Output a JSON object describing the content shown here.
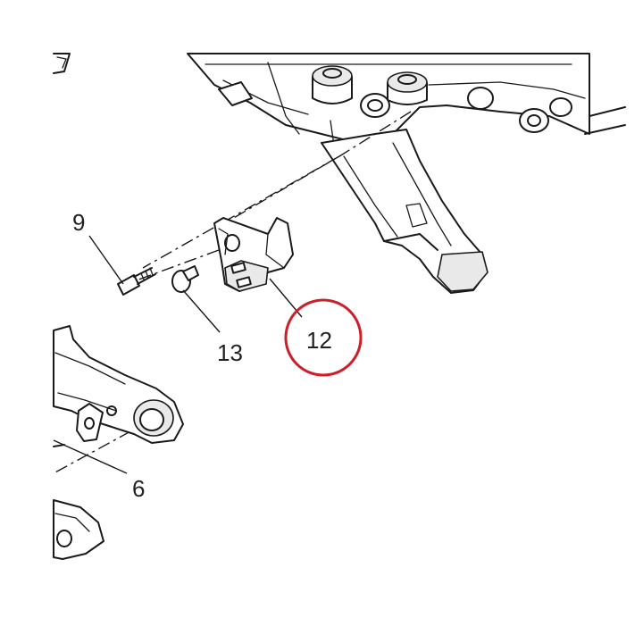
{
  "callouts": {
    "part_9": "9",
    "part_13": "13",
    "part_12": "12",
    "part_6": "6"
  },
  "highlight": {
    "part": "12",
    "color": "#cc1f2a"
  }
}
